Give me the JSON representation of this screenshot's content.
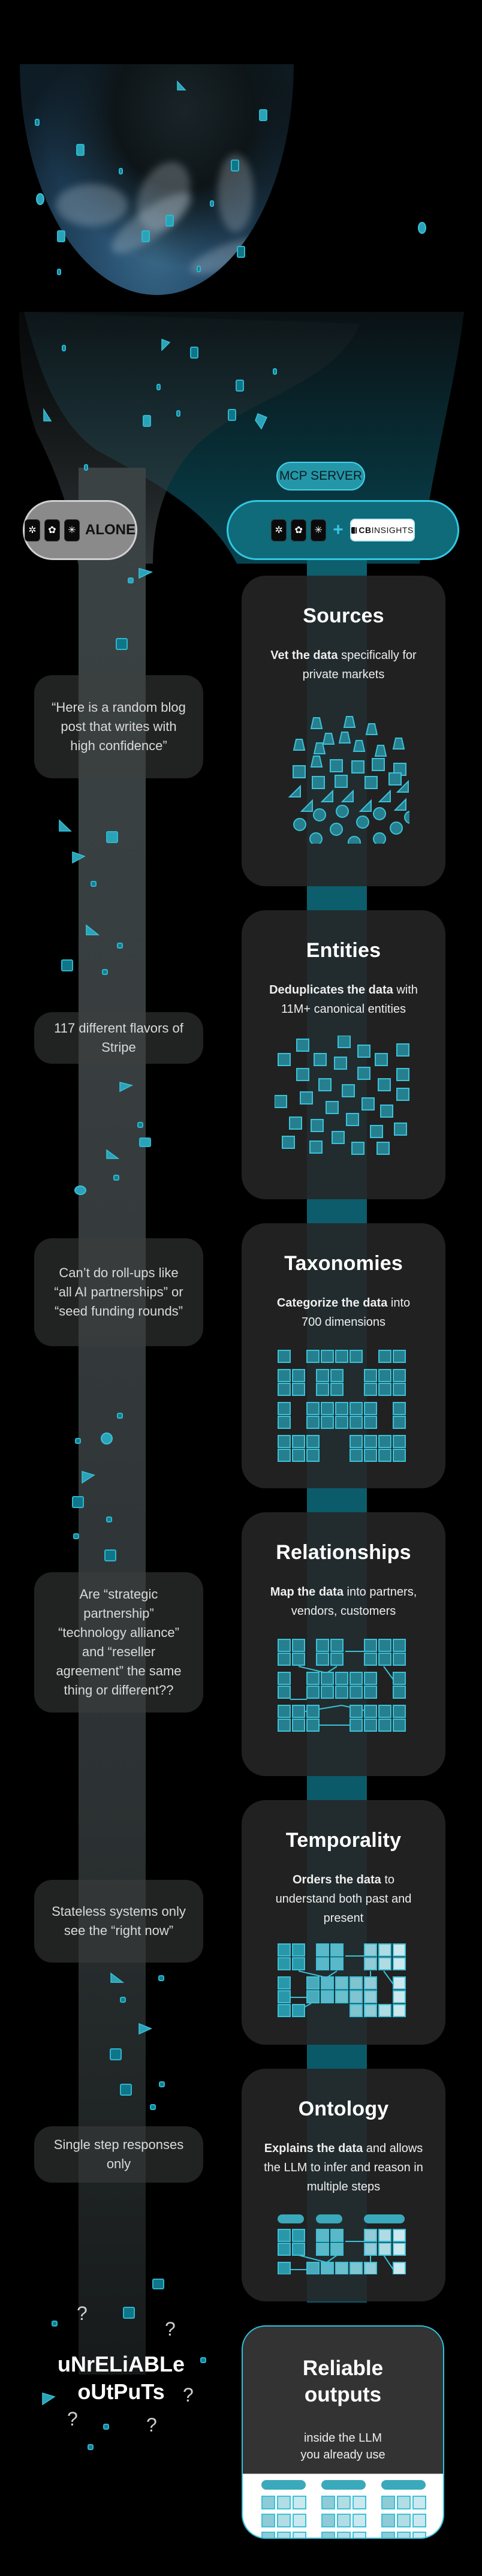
{
  "header": {
    "mcp_badge": "MCP SERVER",
    "alone_label": "ALONE",
    "plus": "+",
    "cb_logo": {
      "bold": "CB",
      "rest": "INSIGHTS"
    },
    "llm_icons": [
      "perplexity-icon",
      "openai-icon",
      "claude-icon"
    ]
  },
  "left_column": {
    "problems": [
      {
        "text": "“Here is a random blog post that writes with high confidence”"
      },
      {
        "text": "117 different flavors of Stripe"
      },
      {
        "text": "Can’t do roll-ups like “all AI partnerships” or “seed funding rounds”"
      },
      {
        "text": "Are “strategic partnership” “technology alliance” and “reseller agreement” the same thing or different??"
      },
      {
        "text": "Stateless systems only see the “right now”"
      },
      {
        "text": "Single step responses only"
      }
    ],
    "outcome_line1": "uNrELiABLe",
    "outcome_line2": "oUtPuTs",
    "question_mark": "?"
  },
  "right_column": {
    "steps": [
      {
        "title": "Sources",
        "bold": "Vet the data",
        "rest": " specifically for private markets"
      },
      {
        "title": "Entities",
        "bold": "Deduplicates the data",
        "rest": " with 11M+ canonical entities"
      },
      {
        "title": "Taxonomies",
        "bold": "Categorize the data",
        "rest": " into 700 dimensions"
      },
      {
        "title": "Relationships",
        "bold": "Map the data",
        "rest": " into partners, vendors, customers"
      },
      {
        "title": "Temporality",
        "bold": "Orders the data",
        "rest": " to understand both past and present"
      },
      {
        "title": "Ontology",
        "bold": "Explains the data",
        "rest": " and allows the LLM to infer and reason in multiple steps"
      }
    ],
    "final": {
      "title": "Reliable outputs",
      "subtitle_line1": "inside the LLM",
      "subtitle_line2": "you already use"
    }
  },
  "colors": {
    "accent": "#33c7e0",
    "teal_fill": "#267f8e",
    "mcp_pill": "#0f6a7a",
    "alone_pill": "#8a8a8a",
    "card_bg": "#262626"
  }
}
